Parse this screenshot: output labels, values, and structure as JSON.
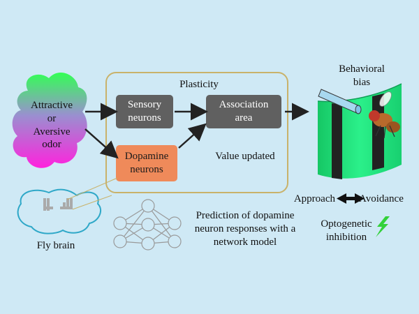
{
  "stimulus": {
    "line1": "Attractive",
    "line2": "or",
    "line3": "Aversive",
    "line4": "odor"
  },
  "plasticity_label": "Plasticity",
  "sensory": {
    "line1": "Sensory",
    "line2": "neurons"
  },
  "association": {
    "line1": "Association",
    "line2": "area"
  },
  "dopamine": {
    "line1": "Dopamine",
    "line2": "neurons"
  },
  "value_updated": "Value updated",
  "behavioral": {
    "line1": "Behavioral",
    "line2": "bias"
  },
  "approach": "Approach",
  "avoidance": "Avoidance",
  "optogenetic": {
    "line1": "Optogenetic",
    "line2": "inhibition"
  },
  "fly_brain": "Fly brain",
  "prediction": {
    "line1": "Prediction of dopamine",
    "line2": "neuron responses with a",
    "line3": "network model"
  },
  "colors": {
    "background": "#cfe9f5",
    "box_gray": "#606060",
    "box_orange": "#ef8a5a",
    "plasticity_border": "#c9b26a",
    "arena_green": "#1fe07a",
    "lightning": "#33d13a"
  }
}
